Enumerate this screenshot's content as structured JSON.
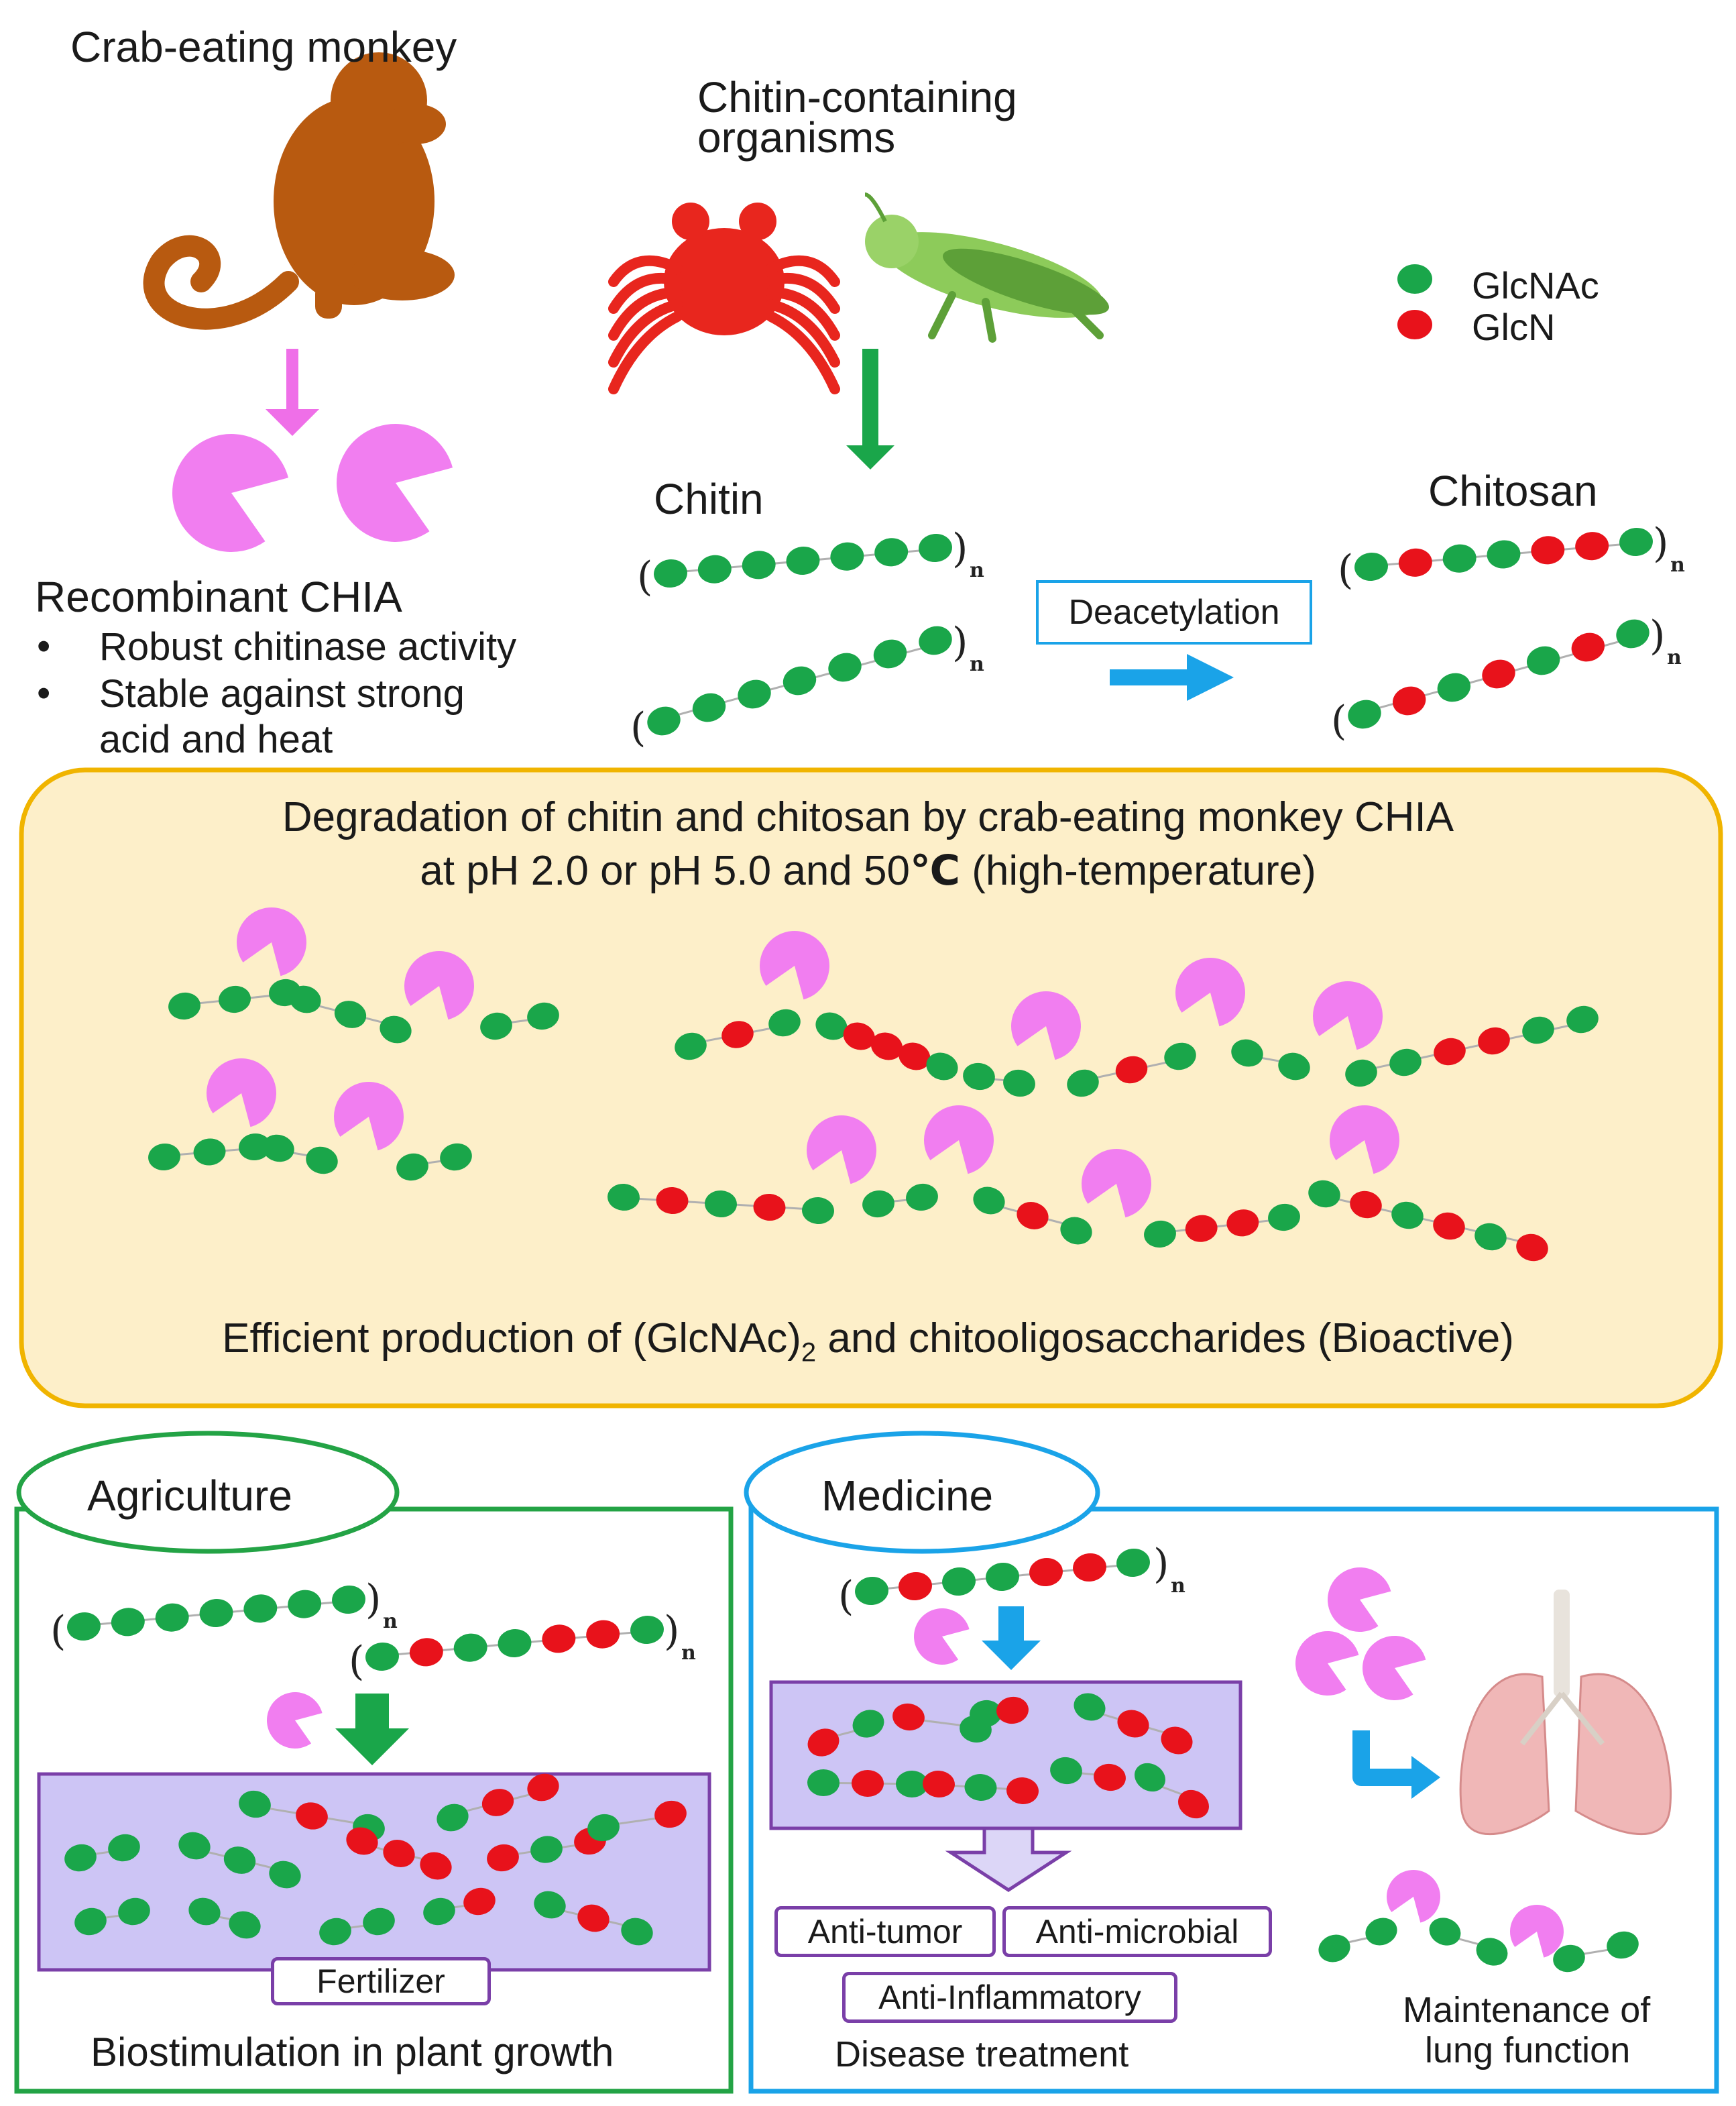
{
  "source": {
    "monkey_label": "Crab-eating monkey",
    "organisms_label": "Chitin-containing organisms",
    "chitin_label": "Chitin",
    "chitosan_label": "Chitosan",
    "deacetylation_label": "Deacetylation",
    "repeat_subscript": "n"
  },
  "legend": [
    {
      "label": "GlcNAc",
      "color": "#1aa64a"
    },
    {
      "label": "GlcN",
      "color": "#e8121b"
    }
  ],
  "recombinant": {
    "title": "Recombinant CHIA",
    "bullets": [
      "Robust chitinase activity",
      "Stable against strong",
      "acid and heat"
    ]
  },
  "degradation": {
    "title_line1": "Degradation of chitin and chitosan by crab-eating monkey CHIA",
    "title_line2_pre": "at pH 2.0 or pH 5.0 and 50",
    "title_line2_unit": "℃",
    "title_line2_post": " (high-temperature)",
    "footer_pre": "Efficient production of (GlcNAc)",
    "footer_sub": "2",
    "footer_post": " and chitooligosaccharides (Bioactive)"
  },
  "agriculture": {
    "tab": "Agriculture",
    "product_label": "Fertilizer",
    "caption": "Biostimulation in plant growth"
  },
  "medicine": {
    "tab": "Medicine",
    "effects": [
      "Anti-tumor",
      "Anti-microbial",
      "Anti-Inflammatory"
    ],
    "caption_left": "Disease treatment",
    "caption_right_line1": "Maintenance of",
    "caption_right_line2": "lung function"
  },
  "colors": {
    "glcnac": "#1aa64a",
    "glcn": "#e8121b",
    "enzyme": "#f17ef0",
    "monkey": "#b85a10",
    "degradation_border": "#f0b400",
    "degradation_fill": "#fdefc9",
    "agriculture_border": "#23a345",
    "medicine_border": "#1aa3e8",
    "product_box_fill": "#cdc5f5",
    "product_box_border": "#7a3fa8",
    "arrow_blue": "#1aa3e8",
    "arrow_green": "#1aa64a",
    "arrow_pink": "#ef6fe8"
  }
}
